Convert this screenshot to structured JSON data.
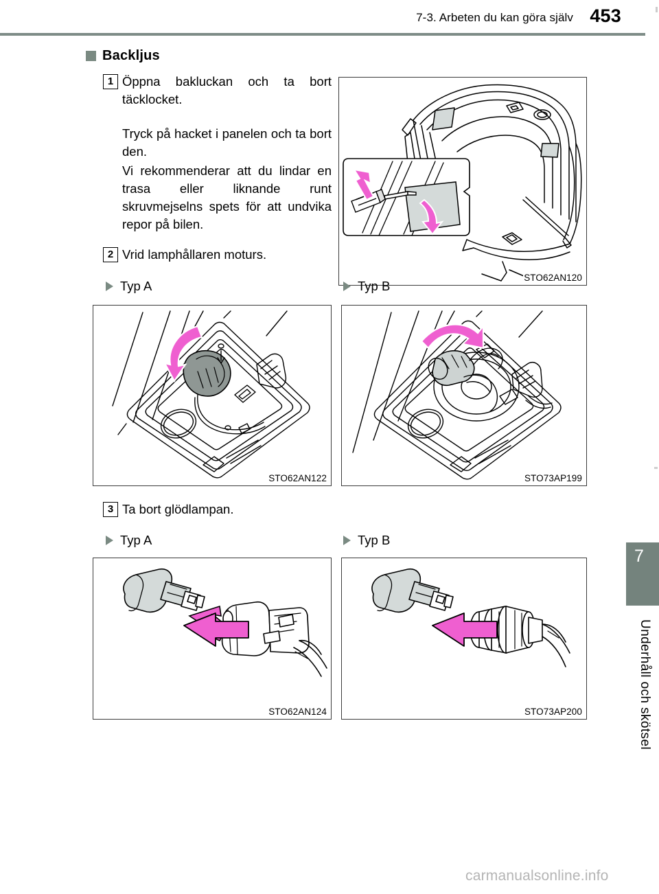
{
  "header": {
    "title": "7-3. Arbeten du kan göra själv",
    "page_number": "453"
  },
  "sidebar": {
    "chapter_number": "7",
    "chapter_label": "Underhåll och skötsel"
  },
  "watermark": "carmanualsonline.info",
  "section": {
    "title": "Backljus",
    "bullet_color": "#7a8a82"
  },
  "steps": [
    {
      "number": "1",
      "heading": "Öppna bakluckan och ta bort täcklocket.",
      "body1": "Tryck på hacket i panelen och ta bort den.",
      "body2": "Vi rekommenderar att du lindar en trasa eller liknande runt skruvmejselns spets för att undvika repor på bilen."
    },
    {
      "number": "2",
      "heading": "Vrid lamphållaren moturs."
    },
    {
      "number": "3",
      "heading": "Ta bort glödlampan."
    }
  ],
  "type_labels": {
    "a": "Typ A",
    "b": "Typ B"
  },
  "figures": {
    "trunk_open": {
      "code": "STO62AN120",
      "alt": "Öppnad baklucka med insatt detaljbild av skruvmejsel som bänder loss täcklocket"
    },
    "socket_type_a": {
      "code": "STO62AN122",
      "alt": "Lamphållare typ A vrids moturs i bakljusarmaturen"
    },
    "socket_type_b": {
      "code": "STO73AP199",
      "alt": "Lamphållare typ B vrids moturs i bakljusarmaturen"
    },
    "bulb_type_a": {
      "code": "STO62AN124",
      "alt": "Glödlampa typ A dras ut ur lamphållaren"
    },
    "bulb_type_b": {
      "code": "STO73AP200",
      "alt": "Glödlampa typ B dras ut ur lamphållaren"
    }
  },
  "colors": {
    "arrow_pink": "#ef5fd0",
    "arrow_pink_light": "#f49adf",
    "shade_gray": "#d4dad9",
    "rule_green": "#8a9691",
    "tab_green": "#74837d"
  }
}
